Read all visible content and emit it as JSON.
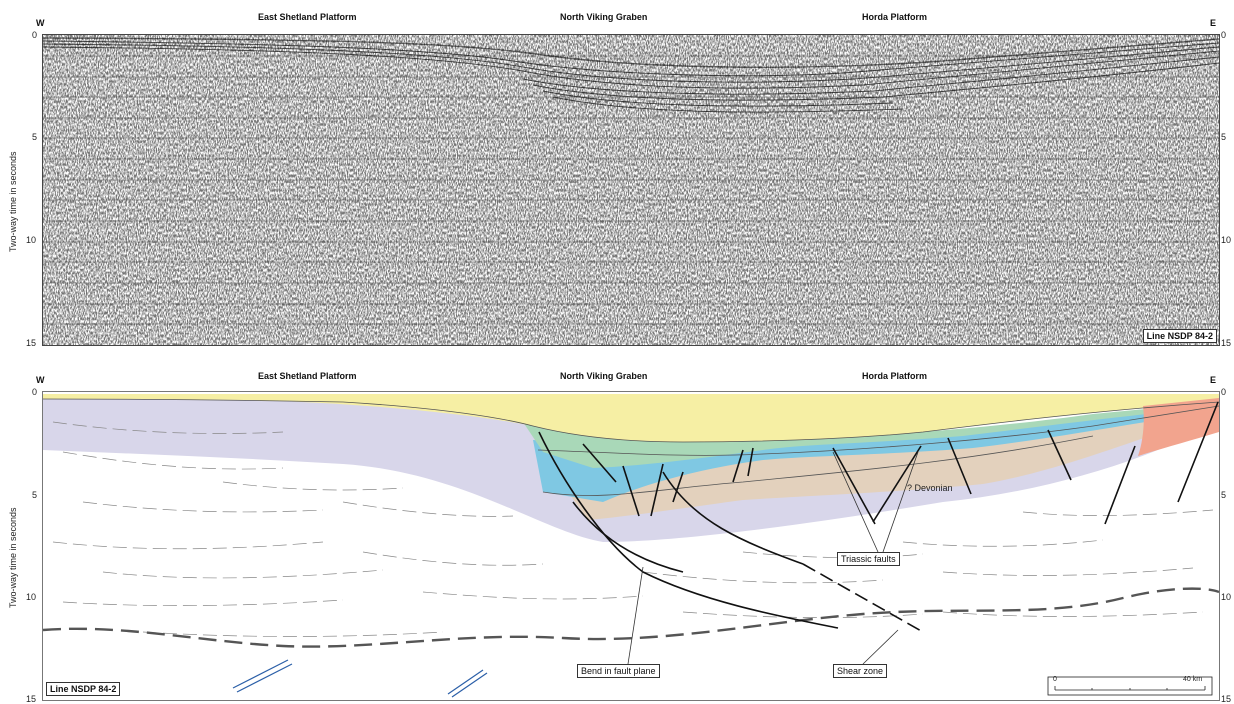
{
  "top": {
    "west_label": "W",
    "east_label": "E",
    "regions": [
      "East Shetland Platform",
      "North Viking Graben",
      "Horda Platform"
    ],
    "y_axis_label": "Two-way time in seconds",
    "y_ticks": [
      "0",
      "5",
      "10",
      "15"
    ],
    "line_label": "Line NSDP 84-2"
  },
  "bottom": {
    "west_label": "W",
    "east_label": "E",
    "regions": [
      "East Shetland Platform",
      "North Viking Graben",
      "Horda Platform"
    ],
    "y_axis_label": "Two-way time in seconds",
    "y_ticks": [
      "0",
      "5",
      "10",
      "15"
    ],
    "line_label": "Line NSDP 84-2",
    "annotations": {
      "devonian": "? Devonian",
      "triassic_faults": "Triassic faults",
      "bend_fault_plane": "Bend in fault plane",
      "shear_zone": "Shear zone"
    },
    "scale_bar": {
      "start": "0",
      "end": "40 km"
    }
  },
  "colors": {
    "yellow_layer": "#f6efa4",
    "green_layer": "#a9d8b8",
    "blue_layer": "#7fc8e3",
    "tan_layer": "#e3d1bd",
    "lavender_layer": "#d8d6ea",
    "red_layer": "#f2a48e",
    "shear_lines": "#2b5fa8"
  }
}
